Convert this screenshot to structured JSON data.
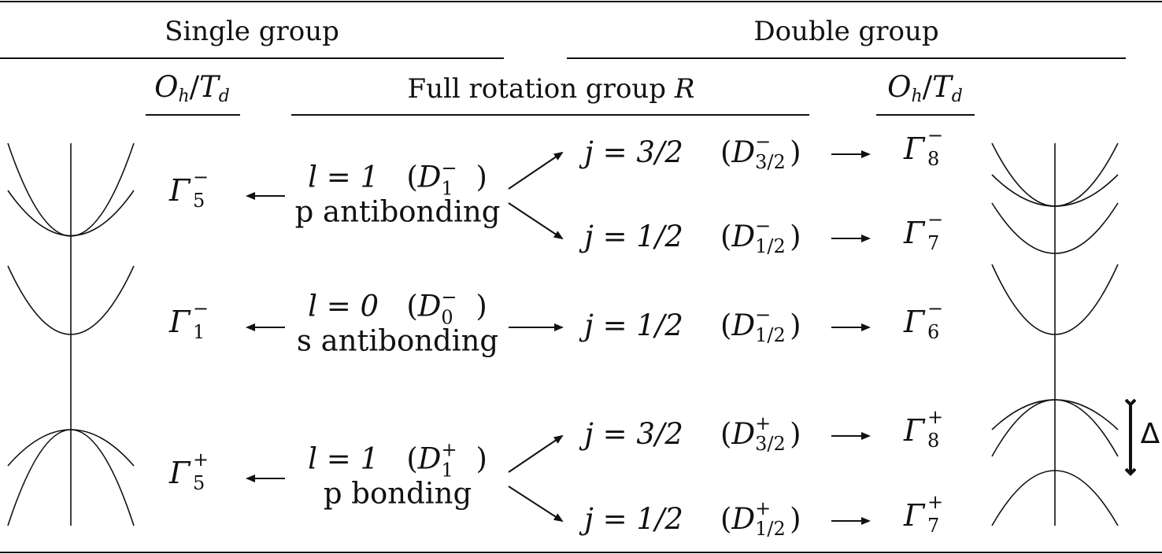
{
  "headers": {
    "single_group": "Single group",
    "double_group": "Double group",
    "oh_td": "O_h/T_d",
    "oh_left": "O",
    "oh_left_sub": "h",
    "slash": "/",
    "td_left": "T",
    "td_left_sub": "d",
    "full_rotation": "Full rotation group",
    "full_rotation_symbol": "R"
  },
  "single_group_irreps": [
    {
      "symbol": "Γ",
      "sup": "−",
      "sub": "5"
    },
    {
      "symbol": "Γ",
      "sup": "−",
      "sub": "1"
    },
    {
      "symbol": "Γ",
      "sup": "+",
      "sub": "5"
    }
  ],
  "full_rotation_states": [
    {
      "l_label": "l = 1",
      "rep": "D",
      "rep_sup": "−",
      "rep_sub": "1",
      "name": "p antibonding"
    },
    {
      "l_label": "l = 0",
      "rep": "D",
      "rep_sup": "−",
      "rep_sub": "0",
      "name": "s antibonding"
    },
    {
      "l_label": "l = 1",
      "rep": "D",
      "rep_sup": "+",
      "rep_sub": "1",
      "name": "p bonding"
    }
  ],
  "j_states": [
    {
      "j_label": "j = 3/2",
      "rep": "D",
      "rep_sup": "−",
      "rep_sub": "3/2"
    },
    {
      "j_label": "j = 1/2",
      "rep": "D",
      "rep_sup": "−",
      "rep_sub": "1/2"
    },
    {
      "j_label": "j = 1/2",
      "rep": "D",
      "rep_sup": "−",
      "rep_sub": "1/2"
    },
    {
      "j_label": "j = 3/2",
      "rep": "D",
      "rep_sup": "+",
      "rep_sub": "3/2"
    },
    {
      "j_label": "j = 1/2",
      "rep": "D",
      "rep_sup": "+",
      "rep_sub": "1/2"
    }
  ],
  "double_group_irreps": [
    {
      "symbol": "Γ",
      "sup": "−",
      "sub": "8"
    },
    {
      "symbol": "Γ",
      "sup": "−",
      "sub": "7"
    },
    {
      "symbol": "Γ",
      "sup": "−",
      "sub": "6"
    },
    {
      "symbol": "Γ",
      "sup": "+",
      "sub": "8"
    },
    {
      "symbol": "Γ",
      "sup": "+",
      "sub": "7"
    }
  ],
  "splitting_label": "Δ",
  "paren_open": "(",
  "paren_close": ")"
}
